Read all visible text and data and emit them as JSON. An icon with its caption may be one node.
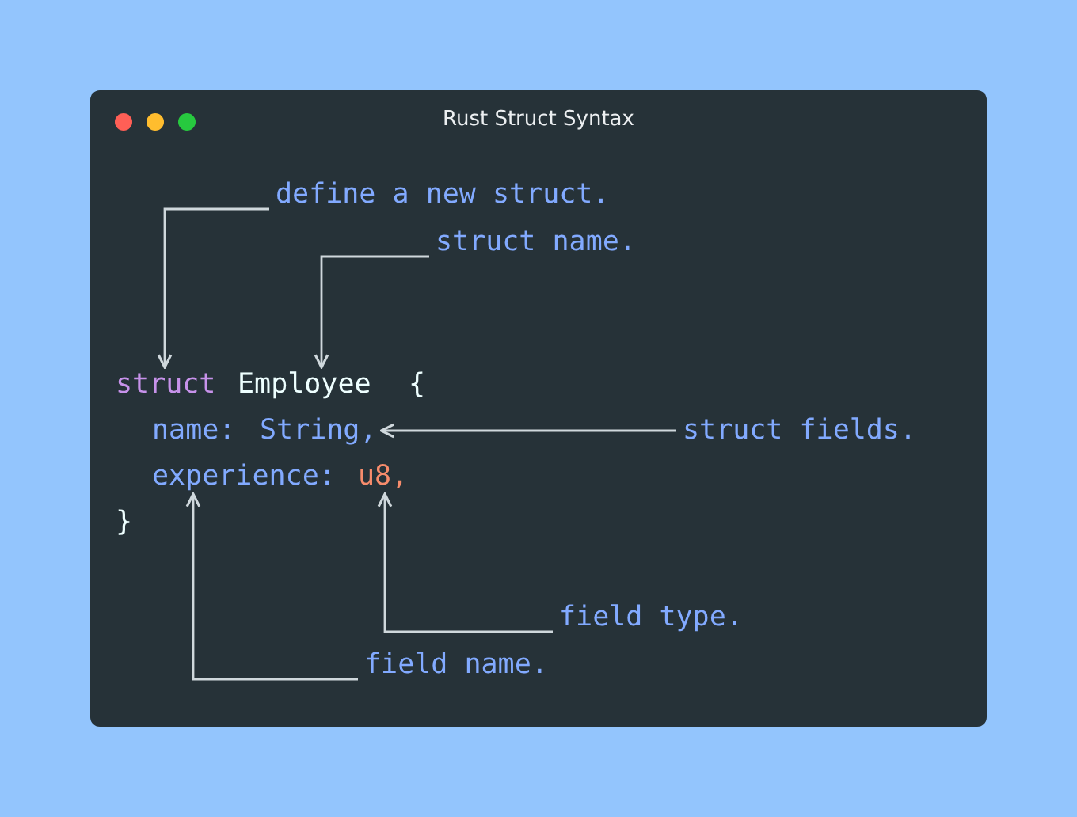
{
  "diagram": {
    "nodes": [
      {
        "text": [
          "Rust Struct Syntax"
        ]
      },
      {
        "text": [
          "define a new struct."
        ],
        "in": 0
      },
      {
        "text": [
          "struct name."
        ],
        "in": 0
      },
      {
        "text": [
          "struct"
        ],
        "in": 0
      },
      {
        "text": [
          "Employee"
        ],
        "in": 0
      },
      {
        "text": [
          "name:"
        ],
        "in": 0
      },
      {
        "text": [
          "String,"
        ],
        "in": 0
      },
      {
        "text": [
          "experience:"
        ],
        "in": 0
      },
      {
        "text": [
          "u8,"
        ],
        "in": 0
      },
      {
        "text": [
          "struct fields."
        ],
        "in": 0
      },
      {
        "text": [
          "field type."
        ],
        "in": 0
      },
      {
        "text": [
          "field name."
        ],
        "in": 0
      }
    ],
    "edges": [
      {
        "from": 1,
        "to": 3,
        "arrow": "to"
      },
      {
        "from": 2,
        "to": 4,
        "arrow": "to"
      },
      {
        "from": 9,
        "to": 6,
        "arrow": "to"
      },
      {
        "from": 10,
        "to": 8,
        "arrow": "to"
      },
      {
        "from": 11,
        "to": 7,
        "arrow": "to"
      }
    ],
    "labels": [
      "{",
      "}"
    ]
  }
}
